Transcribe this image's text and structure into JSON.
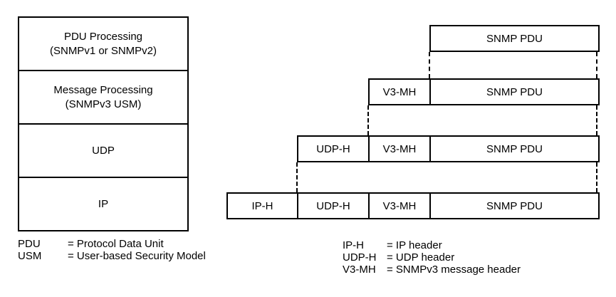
{
  "colors": {
    "background": "#ffffff",
    "line": "#000000",
    "text": "#000000"
  },
  "protocol_stack": {
    "rows": [
      {
        "line1": "PDU Processing",
        "line2": "(SNMPv1 or SNMPv2)"
      },
      {
        "line1": "Message Processing",
        "line2": "(SNMPv3 USM)"
      },
      {
        "line1": "UDP"
      },
      {
        "line1": "IP"
      }
    ]
  },
  "encapsulation": {
    "rows": [
      {
        "cells": [
          "SNMP PDU"
        ]
      },
      {
        "cells": [
          "V3-MH",
          "SNMP PDU"
        ]
      },
      {
        "cells": [
          "UDP-H",
          "V3-MH",
          "SNMP PDU"
        ]
      },
      {
        "cells": [
          "IP-H",
          "UDP-H",
          "V3-MH",
          "SNMP PDU"
        ]
      }
    ]
  },
  "legend_left": {
    "items": [
      {
        "abbr": "PDU",
        "definition": "= Protocol Data Unit"
      },
      {
        "abbr": "USM",
        "definition": "= User-based Security Model"
      }
    ]
  },
  "legend_right": {
    "items": [
      {
        "abbr": "IP-H",
        "definition": "= IP header"
      },
      {
        "abbr": "UDP-H",
        "definition": "= UDP header"
      },
      {
        "abbr": "V3-MH",
        "definition": "= SNMPv3 message header"
      }
    ]
  }
}
